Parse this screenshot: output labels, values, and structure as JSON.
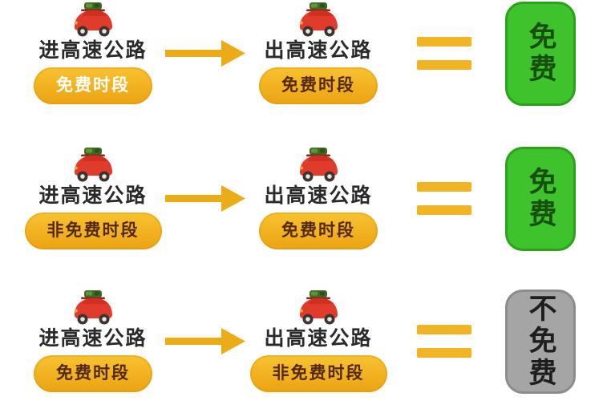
{
  "title": "highway-toll-free-rules-infographic",
  "colors": {
    "background": "#ffffff",
    "label_text": "#2a2a2a",
    "car_red": "#e13b2c",
    "arrow_gold": "#ecac17",
    "equals_gold": "#f0b424",
    "pill_yellow": "#f2b11f",
    "pill_text_light": "#ffffff",
    "pill_text_dark": "#53290f",
    "free_green": "#3fc32c",
    "free_green_text": "#17500e",
    "not_free_gray": "#a5a5a5",
    "not_free_gray_text": "#1e1e1e"
  },
  "icons": {
    "car": "red-car-with-luggage-icon",
    "arrow": "yellow-right-arrow-icon",
    "equals": "yellow-equals-sign"
  },
  "rows": [
    {
      "enter": {
        "label": "进高速公路",
        "period": "免费时段",
        "period_text_style": "light"
      },
      "exit": {
        "label": "出高速公路",
        "period": "免费时段",
        "period_text_style": "dark"
      },
      "result": {
        "label": "免费",
        "status": "free"
      }
    },
    {
      "enter": {
        "label": "进高速公路",
        "period": "非免费时段",
        "period_text_style": "dark"
      },
      "exit": {
        "label": "出高速公路",
        "period": "免费时段",
        "period_text_style": "dark"
      },
      "result": {
        "label": "免费",
        "status": "free"
      }
    },
    {
      "enter": {
        "label": "进高速公路",
        "period": "免费时段",
        "period_text_style": "dark"
      },
      "exit": {
        "label": "出高速公路",
        "period": "非免费时段",
        "period_text_style": "dark"
      },
      "result": {
        "label": "不免费",
        "status": "not_free"
      }
    }
  ]
}
